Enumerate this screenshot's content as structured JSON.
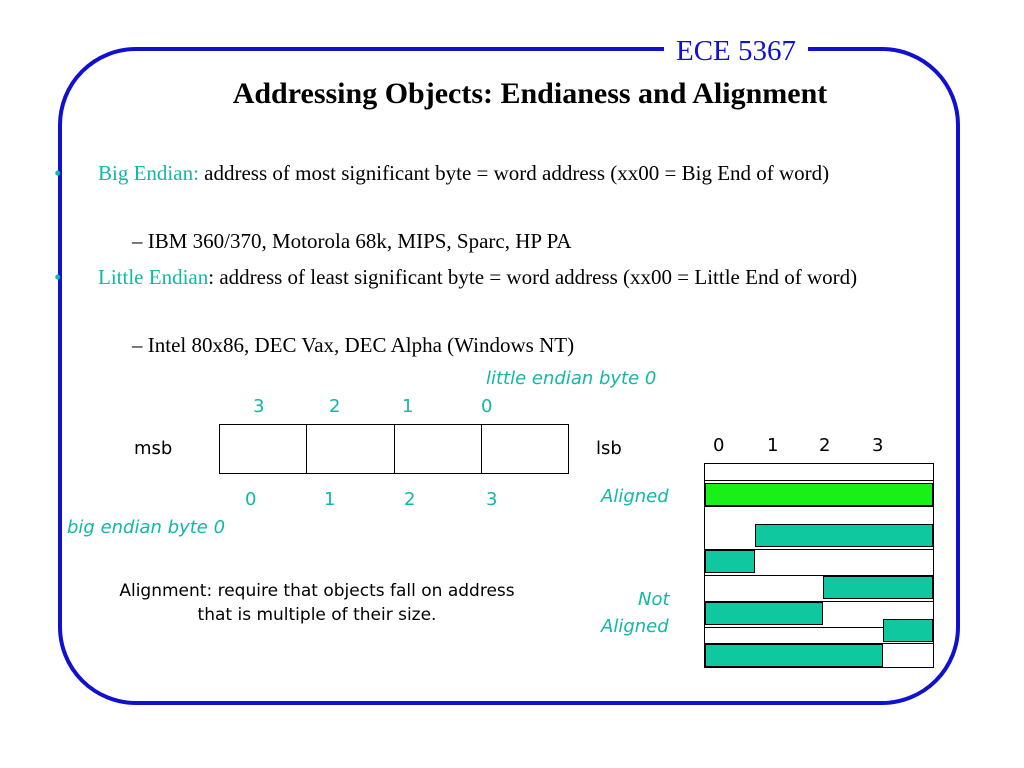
{
  "header": {
    "course": "ECE 5367",
    "title": "Addressing Objects: Endianess and Alignment"
  },
  "bullets": [
    {
      "term": "Big Endian:",
      "text": " address of most significant byte = word address (xx00 = Big End of word)",
      "sub": "– IBM 360/370, Motorola 68k, MIPS, Sparc, HP PA"
    },
    {
      "term": "Little Endian",
      "text": ": address of least significant byte = word address (xx00 = Little End of word)",
      "sub": "– Intel 80x86, DEC Vax, DEC Alpha (Windows NT)"
    }
  ],
  "endian_diagram": {
    "little_label": "little endian byte 0",
    "top_indices": [
      "3",
      "2",
      "1",
      "0"
    ],
    "msb": "msb",
    "lsb": "lsb",
    "bottom_indices": [
      "0",
      "1",
      "2",
      "3"
    ],
    "big_label": "big endian byte 0"
  },
  "alignment_diagram": {
    "byte_indices": [
      "0",
      "1",
      "2",
      "3"
    ],
    "aligned_label": "Aligned",
    "not_label_1": "Not",
    "not_label_2": "Aligned"
  },
  "note": {
    "line1": "Alignment: require that objects fall on address",
    "line2": "that is multiple of  their size."
  },
  "colors": {
    "frame": "#1010d0",
    "term": "#10b8a8",
    "aligned_fill": "#18f018",
    "misaligned_fill": "#10c8a0"
  }
}
